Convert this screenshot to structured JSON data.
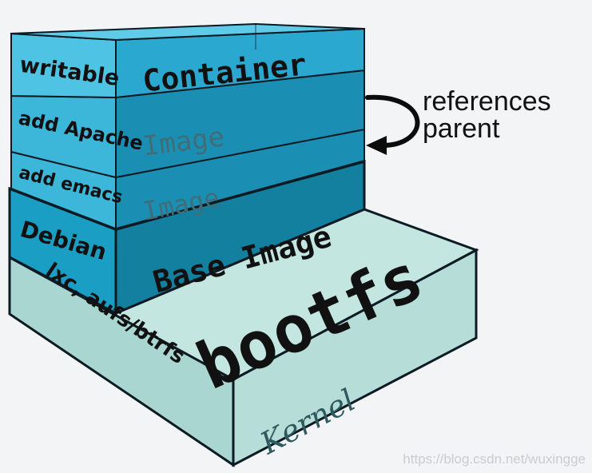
{
  "layers": {
    "writable": {
      "side_label": "writable",
      "face_label": "Container"
    },
    "apache": {
      "side_label": "add Apache",
      "face_label": "Image"
    },
    "emacs": {
      "side_label": "add emacs",
      "face_label": "Image"
    },
    "debian": {
      "side_label": "Debian",
      "face_label": "Base Image"
    },
    "kernel": {
      "side_label": "lxc, aufs/btrfs",
      "face_label": "Kernel",
      "top_label": "bootfs"
    }
  },
  "annotation": {
    "line1": "references",
    "line2": "parent"
  },
  "watermark": "https://blog.csdn.net/wuxingge",
  "colors": {
    "layer_blue": "#1a9ec4",
    "layer_blue_light": "#3cb6d9",
    "layer_blue_dark": "#14809f",
    "kernel_teal": "#a9d6d0",
    "kernel_teal_light": "#c4e6e1",
    "outline": "#0c1a24"
  }
}
